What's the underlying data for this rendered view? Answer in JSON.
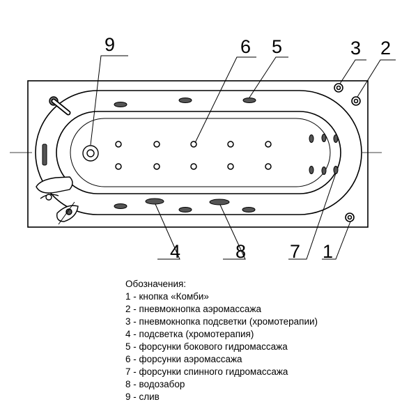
{
  "diagram": {
    "title": "",
    "callouts": [
      "1",
      "2",
      "3",
      "4",
      "5",
      "6",
      "7",
      "8",
      "9"
    ]
  },
  "legend": {
    "title": "Обозначения:",
    "items": [
      "1 - кнопка «Комби»",
      "2 - пневмокнопка аэромассажа",
      "3 - пневмокнопка подсветки (хромотерапии)",
      "4 - подсветка (хромотерапия)",
      "5 - форсунки бокового гидромассажа",
      "6 - форсунки аэромассажа",
      "7 - форсунки спинного гидромассажа",
      "8 - водозабор",
      "9 - слив"
    ]
  },
  "colors": {
    "line": "#000000",
    "fill_dark": "#555555",
    "background": "#ffffff"
  }
}
